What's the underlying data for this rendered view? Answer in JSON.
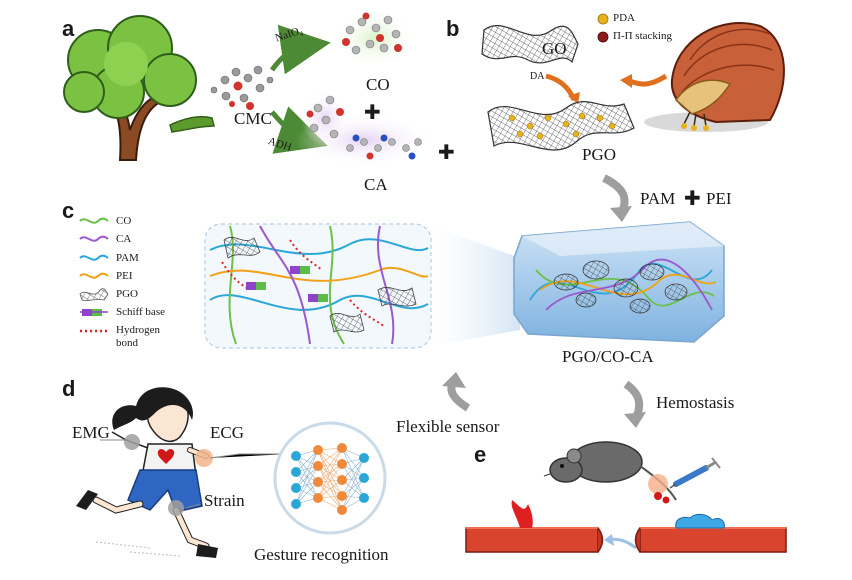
{
  "panels": {
    "a": "a",
    "b": "b",
    "c": "c",
    "d": "d",
    "e": "e"
  },
  "panel_a": {
    "source": "CMC",
    "reagent_top": "NaIO₄",
    "reagent_bottom": "ADH",
    "product_top": "CO",
    "product_bottom": "CA",
    "plus": "✚"
  },
  "panel_b": {
    "sheet": "GO",
    "reagent": "DA",
    "product": "PGO",
    "legend": [
      {
        "label": "PDA",
        "color": "#e8b21c"
      },
      {
        "label": "Π-Π stacking",
        "color": "#8b1d1d"
      }
    ]
  },
  "combine": {
    "text_left": "PAM",
    "plus": "✚",
    "text_right": "PEI"
  },
  "between_plus": "✚",
  "panel_c": {
    "legend": [
      {
        "label": "CO",
        "color": "#6cc04a"
      },
      {
        "label": "CA",
        "color": "#9b59d0"
      },
      {
        "label": "PAM",
        "color": "#2aa7d8"
      },
      {
        "label": "PEI",
        "color": "#f0a21a"
      },
      {
        "label": "PGO",
        "color": "#777777"
      },
      {
        "label": "Schiff base",
        "color": "#8e44c9"
      },
      {
        "label": "Hydrogen",
        "color": "#e02020"
      },
      {
        "label": "bond",
        "color": "#e02020"
      }
    ],
    "product": "PGO/CO-CA"
  },
  "routes": {
    "sensor": "Flexible sensor",
    "hemostasis": "Hemostasis"
  },
  "panel_d": {
    "emg": "EMG",
    "ecg": "ECG",
    "strain": "Strain",
    "network_caption": "Gesture recognition"
  }
}
